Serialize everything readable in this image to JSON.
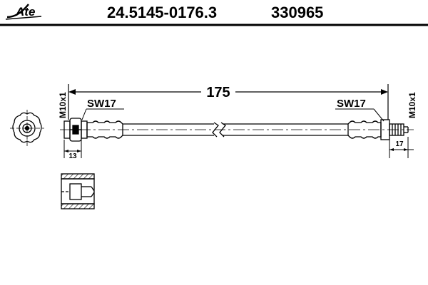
{
  "header": {
    "logo_text": "Ate",
    "part_number": "24.5145-0176.3",
    "ref_number": "330965"
  },
  "drawing": {
    "overall_length": "175",
    "left_wrench": "SW17",
    "right_wrench": "SW17",
    "left_thread": "M10x1",
    "right_thread": "M10x1",
    "left_dim": "13",
    "right_dim": "17"
  }
}
